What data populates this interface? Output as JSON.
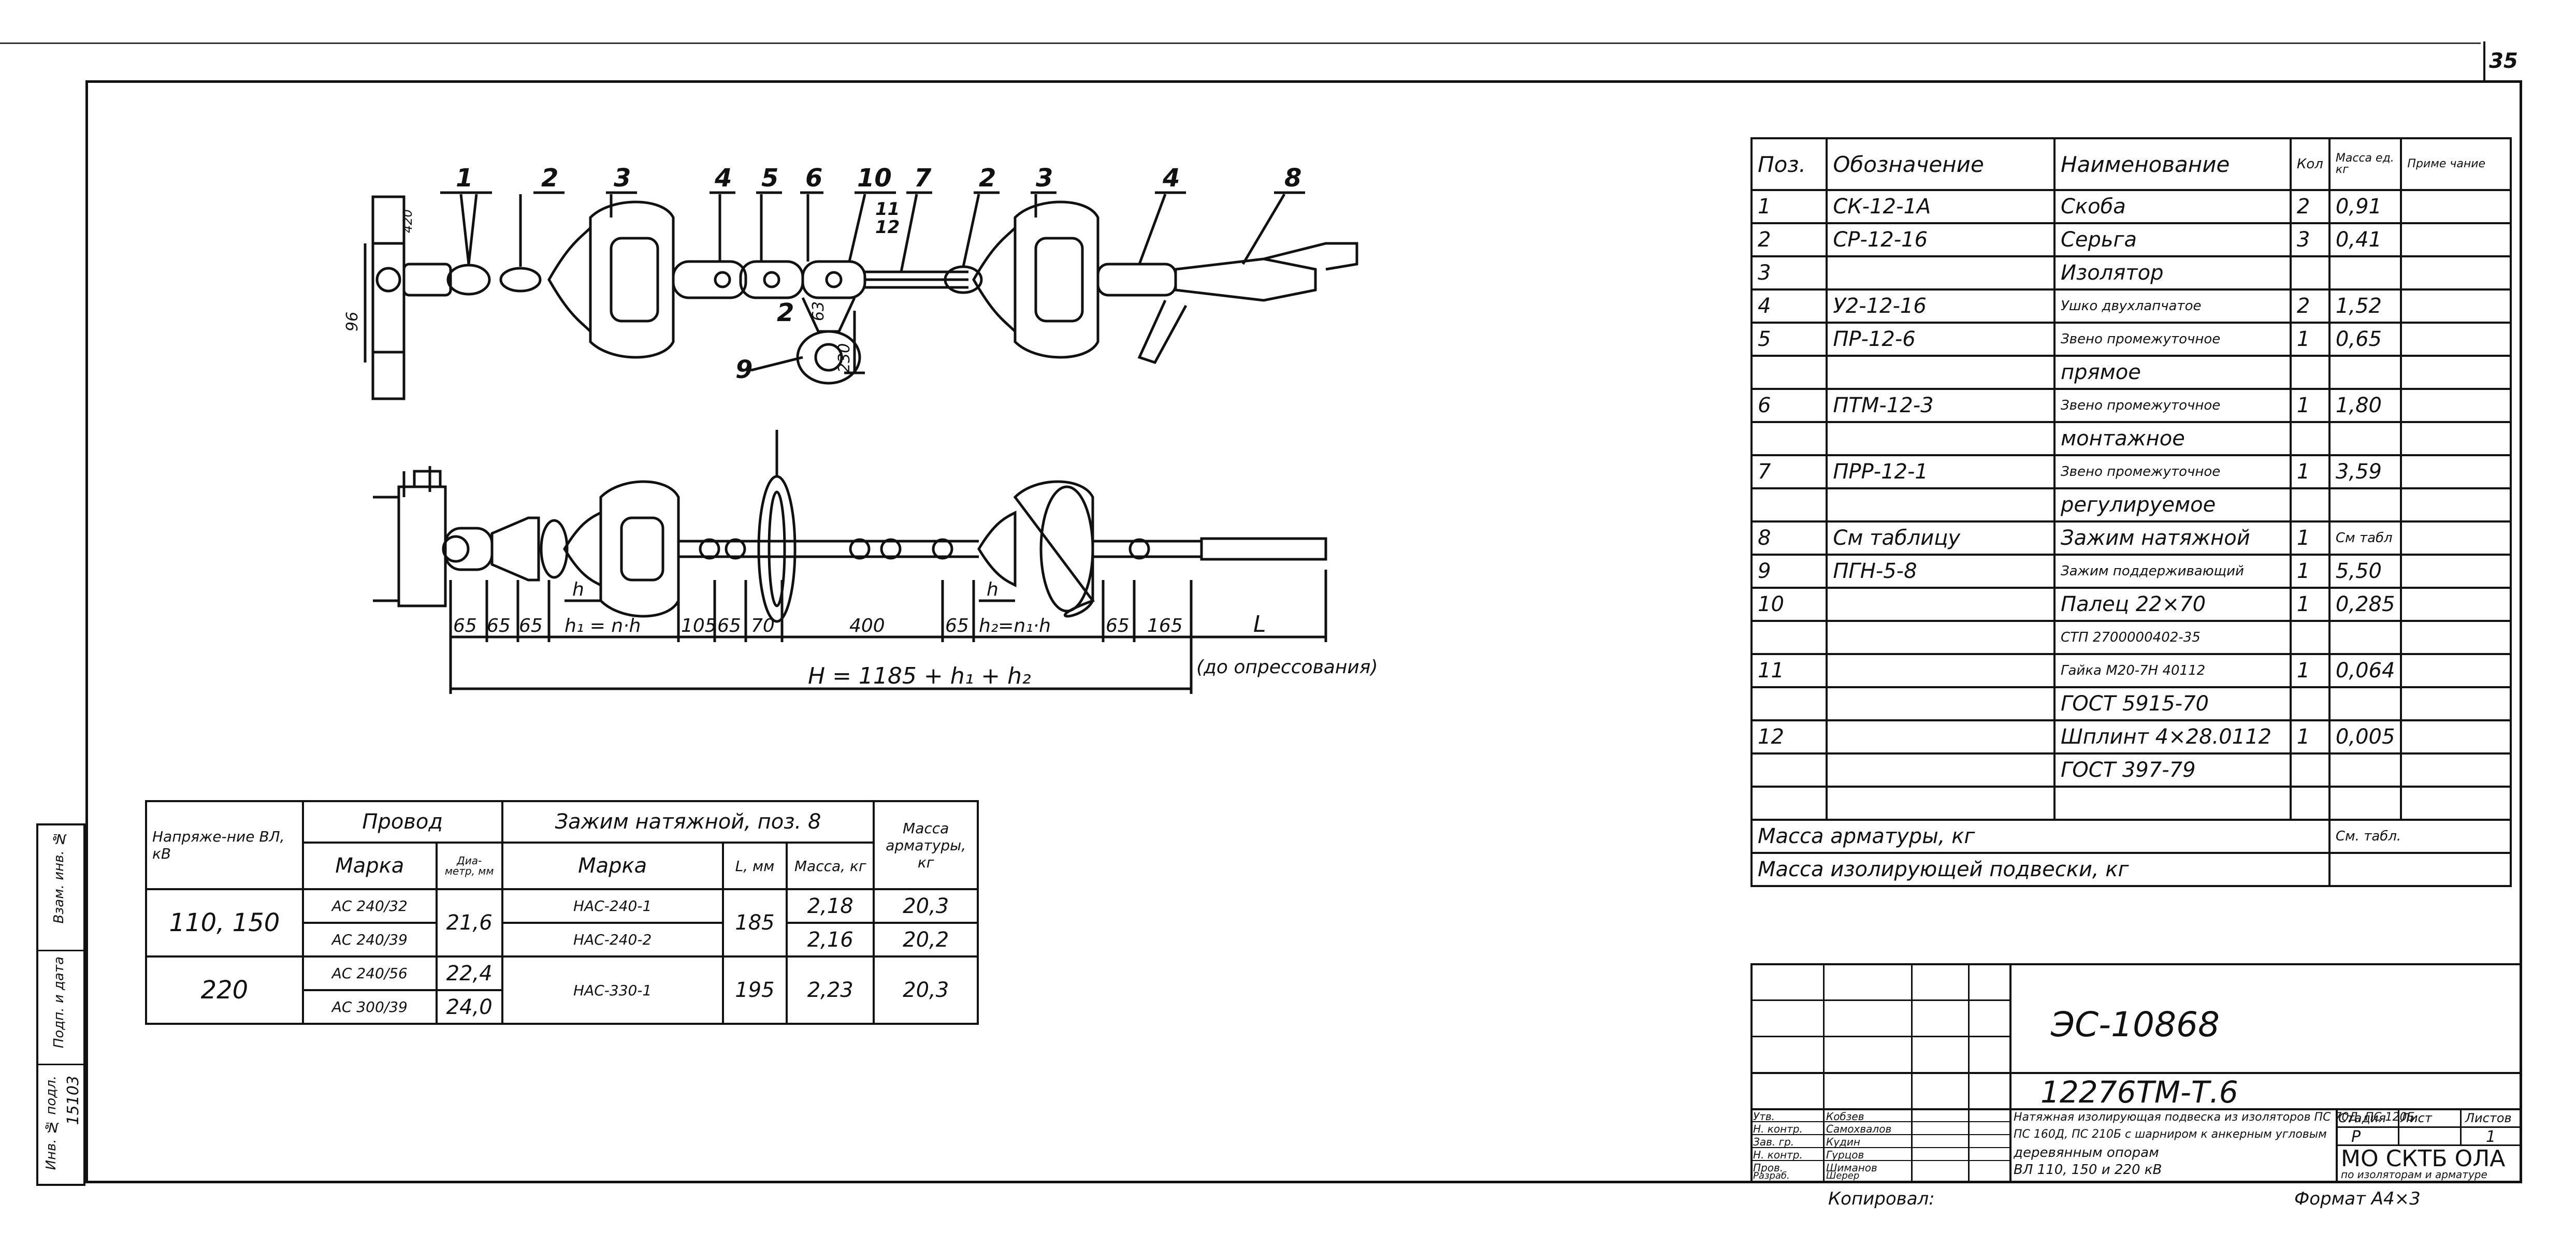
{
  "sheet_number": "35",
  "drawing": {
    "top_callouts": [
      "1",
      "2",
      "3",
      "4",
      "5",
      "6",
      "10",
      "7",
      "2",
      "3",
      "4",
      "8"
    ],
    "sub_callouts": [
      "11",
      "12",
      "2",
      "9"
    ],
    "dims_top": [
      "96",
      "420",
      "63",
      "230"
    ],
    "dims_bottom": [
      "65",
      "65",
      "65",
      "h₁ = n·h",
      "105",
      "65",
      "70",
      "400",
      "65",
      "h₂=n₁·h",
      "65",
      "165",
      "L"
    ],
    "h_label": "h",
    "total_formula": "H = 1185 + h₁ + h₂",
    "note": "(до опрессования)"
  },
  "spec_table": {
    "headers": [
      "Поз.",
      "Обозначение",
      "Наименование",
      "Кол",
      "Масса ед. кг",
      "Приме чание"
    ],
    "rows": [
      [
        "1",
        "СК-12-1А",
        "Скоба",
        "2",
        "0,91",
        ""
      ],
      [
        "2",
        "СР-12-16",
        "Серьга",
        "3",
        "0,41",
        ""
      ],
      [
        "3",
        "",
        "Изолятор",
        "",
        "",
        ""
      ],
      [
        "4",
        "У2-12-16",
        "Ушко двухлапчатое",
        "2",
        "1,52",
        ""
      ],
      [
        "5",
        "ПР-12-6",
        "Звено промежуточное",
        "1",
        "0,65",
        ""
      ],
      [
        "",
        "",
        "прямое",
        "",
        "",
        ""
      ],
      [
        "6",
        "ПТМ-12-3",
        "Звено промежуточное",
        "1",
        "1,80",
        ""
      ],
      [
        "",
        "",
        "монтажное",
        "",
        "",
        ""
      ],
      [
        "7",
        "ПРР-12-1",
        "Звено промежуточное",
        "1",
        "3,59",
        ""
      ],
      [
        "",
        "",
        "регулируемое",
        "",
        "",
        ""
      ],
      [
        "8",
        "См таблицу",
        "Зажим натяжной",
        "1",
        "См табл",
        ""
      ],
      [
        "9",
        "ПГН-5-8",
        "Зажим поддерживающий",
        "1",
        "5,50",
        ""
      ],
      [
        "10",
        "",
        "Палец 22×70",
        "1",
        "0,285",
        ""
      ],
      [
        "",
        "",
        "СТП 2700000402-35",
        "",
        "",
        ""
      ],
      [
        "11",
        "",
        "Гайка М20-7Н 40112",
        "1",
        "0,064",
        ""
      ],
      [
        "",
        "",
        "ГОСТ 5915-70",
        "",
        "",
        ""
      ],
      [
        "12",
        "",
        "Шплинт 4×28.0112",
        "1",
        "0,005",
        ""
      ],
      [
        "",
        "",
        "ГОСТ 397-79",
        "",
        "",
        ""
      ],
      [
        "",
        "",
        "",
        "",
        "",
        ""
      ]
    ],
    "footer": [
      {
        "label": "Масса арматуры, кг",
        "value": "См. табл."
      },
      {
        "label": "Масса изолирующей подвески, кг",
        "value": ""
      }
    ]
  },
  "wire_table": {
    "h_voltage": "Напряже-ние ВЛ, кВ",
    "h_wire": "Провод",
    "h_clamp": "Зажим натяжной, поз. 8",
    "h_mass": "Масса арматуры, кг",
    "h_brand": "Марка",
    "h_diam": "Диа-метр, мм",
    "h_clamp_brand": "Марка",
    "h_L": "L, мм",
    "h_clamp_mass": "Масса, кг",
    "rows": [
      {
        "voltage": "110, 150",
        "wire": "АС 240/32",
        "diam": "21,6",
        "clamp": "НАС-240-1",
        "L": "185",
        "mass": "2,18",
        "arm": "20,3"
      },
      {
        "voltage": "",
        "wire": "АС 240/39",
        "diam": "",
        "clamp": "НАС-240-2",
        "L": "",
        "mass": "2,16",
        "arm": "20,2"
      },
      {
        "voltage": "220",
        "wire": "АС 240/56",
        "diam": "22,4",
        "clamp": "НАС-330-1",
        "L": "195",
        "mass": "2,23",
        "arm": "20,3"
      },
      {
        "voltage": "",
        "wire": "АС 300/39",
        "diam": "24,0",
        "clamp": "",
        "L": "",
        "mass": "",
        "arm": ""
      }
    ]
  },
  "stamp": {
    "code": "ЭС-10868",
    "project": "12276ТМ-Т.6",
    "title_lines": [
      "Натяжная изолирующая подвеска из изоляторов ПС 70Д, ПС 120Б,",
      "ПС 160Д, ПС 210Б с шарниром к анкерным угловым",
      "деревянным опорам",
      "ВЛ 110, 150 и 220 кВ"
    ],
    "stage_label": "Стадия",
    "sheet_label": "Лист",
    "sheets_label": "Листов",
    "stage": "Р",
    "sheets": "1",
    "role_labels": [
      "Утв.",
      "Н. контр.",
      "Зав. гр.",
      "Н. контр.",
      "Пров.",
      "Разраб."
    ],
    "names": [
      "Кобзев",
      "Самохвалов",
      "Кудин",
      "Гурцов",
      "Шиманов",
      "Шерер"
    ],
    "org": "МО СКТБ ОЛА",
    "org_sub": "по изоляторам и арматуре",
    "copied": "Копировал:",
    "format": "Формат А4×3"
  },
  "side_strip": [
    "Инв. № подл.",
    "Подп. и дата",
    "Взам. инв. №"
  ],
  "side_number": "15103"
}
